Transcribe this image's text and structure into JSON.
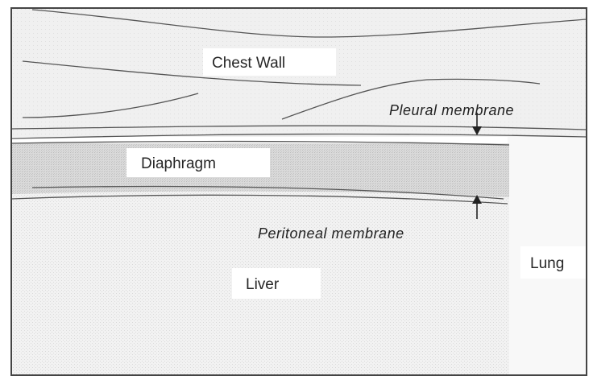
{
  "labels": {
    "chest_wall": "Chest Wall",
    "pleural_membrane": "Pleural membrane",
    "diaphragm": "Diaphragm",
    "peritoneal_membrane": "Peritoneal membrane",
    "liver": "Liver",
    "lung": "Lung"
  },
  "colors": {
    "border": "#444444",
    "line": "#555555",
    "text": "#262626",
    "chest_wall_fill": "#efefef",
    "diaphragm_fill": "#d6d6d6",
    "liver_fill": "#f0f0f0",
    "lung_fill": "#f8f8f8",
    "label_background": "#ffffff"
  }
}
